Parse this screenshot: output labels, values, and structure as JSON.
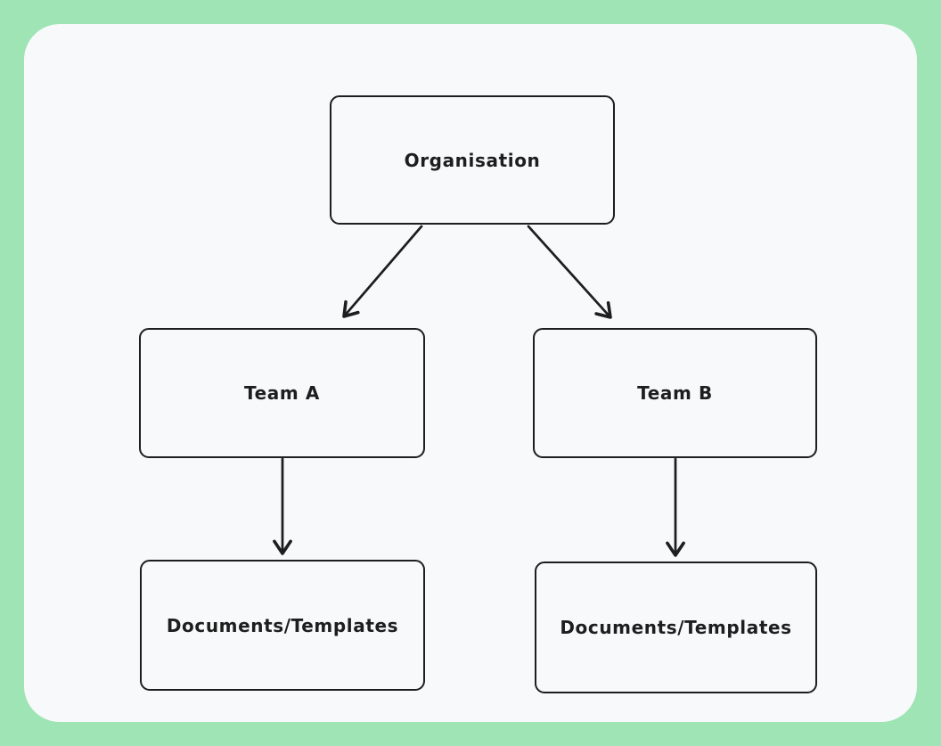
{
  "colors": {
    "frame_background": "#9fe4b4",
    "panel_background": "#f8f9fb",
    "stroke": "#1e1e1e"
  },
  "diagram": {
    "title": "",
    "nodes": [
      {
        "id": "organisation",
        "label": "Organisation"
      },
      {
        "id": "team-a",
        "label": "Team A"
      },
      {
        "id": "team-b",
        "label": "Team B"
      },
      {
        "id": "documents-templates-a",
        "label": "Documents/Templates"
      },
      {
        "id": "documents-templates-b",
        "label": "Documents/Templates"
      }
    ],
    "edges": [
      {
        "from": "organisation",
        "to": "team-a",
        "style": "arrow"
      },
      {
        "from": "organisation",
        "to": "team-b",
        "style": "arrow"
      },
      {
        "from": "team-a",
        "to": "documents-templates-a",
        "style": "arrow"
      },
      {
        "from": "team-b",
        "to": "documents-templates-b",
        "style": "arrow"
      }
    ]
  }
}
